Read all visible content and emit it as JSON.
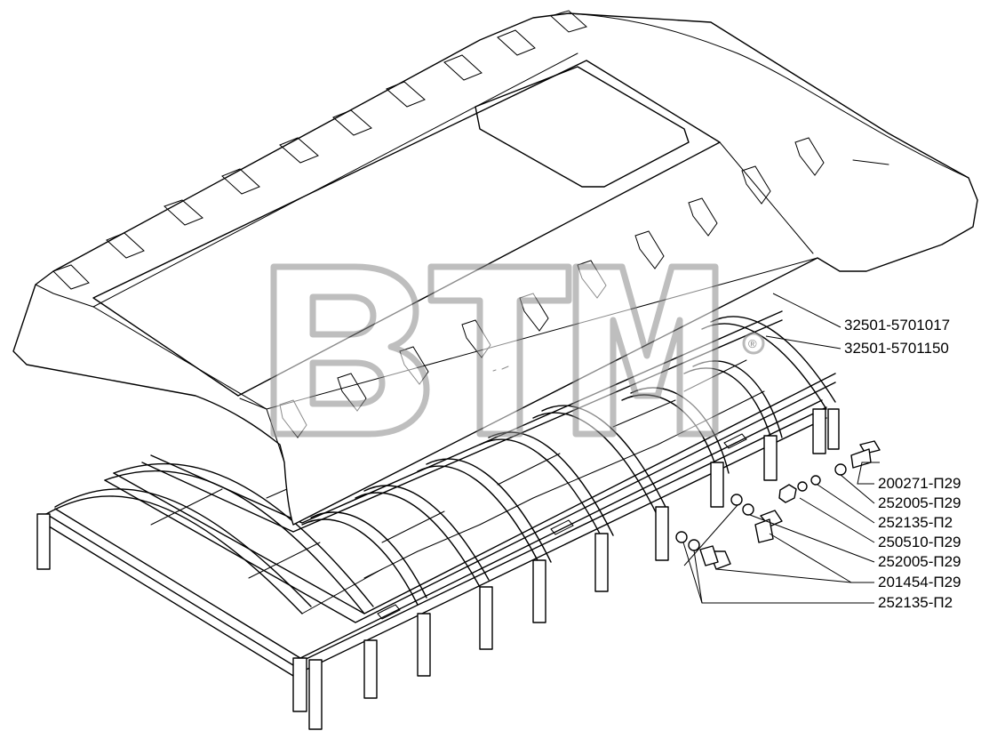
{
  "watermark": {
    "text": "BTM",
    "registered_mark": "®"
  },
  "labels": [
    {
      "id": "cover",
      "text": "32501-5701017"
    },
    {
      "id": "frame",
      "text": "32501-5701150"
    },
    {
      "id": "bolt_a",
      "text": "200271-П29"
    },
    {
      "id": "washer_a",
      "text": "252005-П29"
    },
    {
      "id": "washer_b",
      "text": "252135-П2"
    },
    {
      "id": "nut",
      "text": "250510-П29"
    },
    {
      "id": "washer_c",
      "text": "252005-П29"
    },
    {
      "id": "bolt_b",
      "text": "201454-П29"
    },
    {
      "id": "washer_d",
      "text": "252135-П2"
    }
  ]
}
